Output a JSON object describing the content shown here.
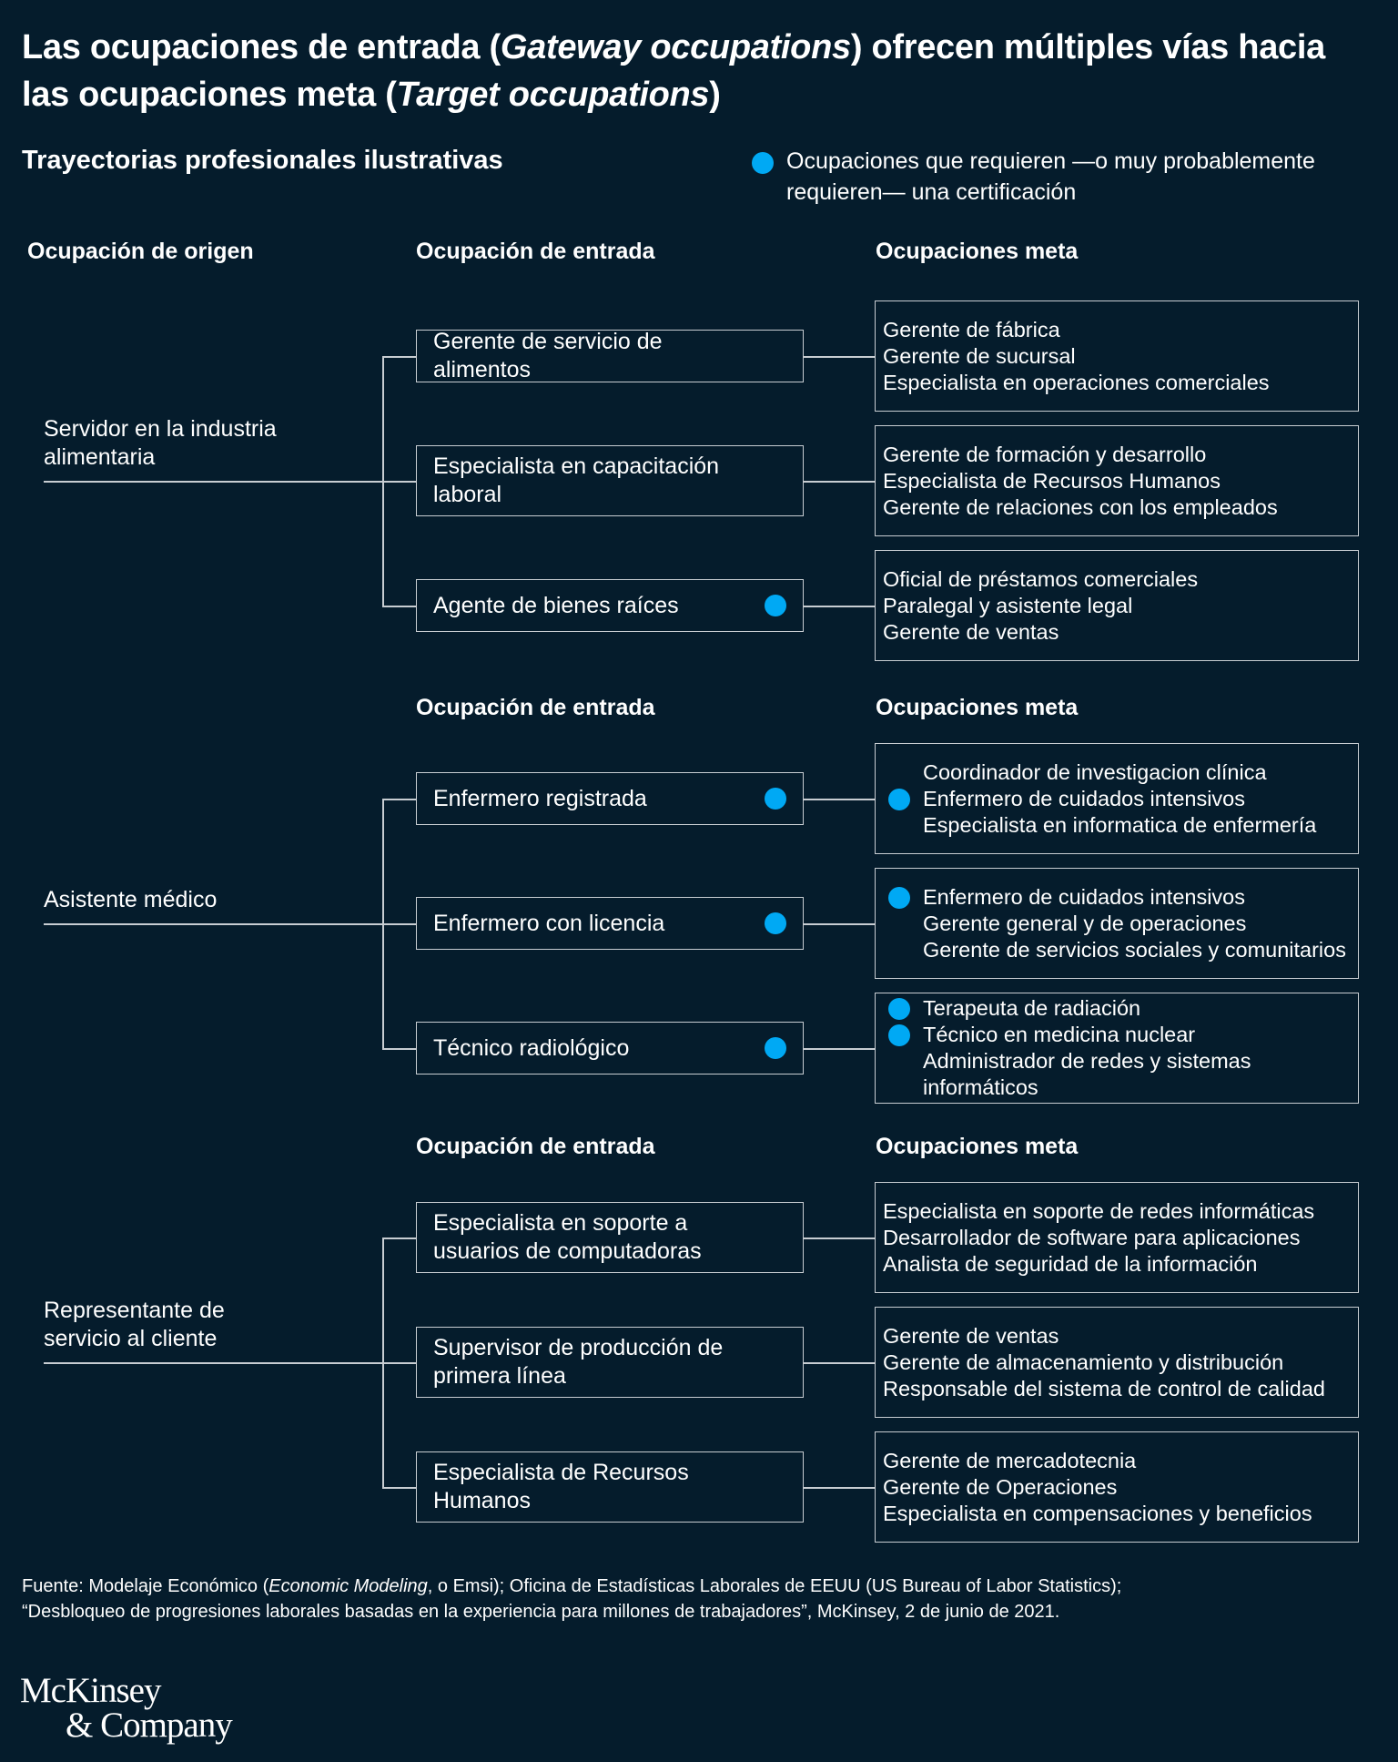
{
  "colors": {
    "background": "#051C2C",
    "text": "#FFFFFF",
    "accent_dot": "#00A9F4",
    "line": "#C8CDD2"
  },
  "title": {
    "part1": "Las ocupaciones de entrada (",
    "italic1": "Gateway occupations",
    "part2": ") ofrecen múltiples vías hacia las ocupaciones meta (",
    "italic2": "Target occupations",
    "part3": ")"
  },
  "subtitle": "Trayectorias profesionales ilustrativas",
  "legend": {
    "icon": "blue-dot-icon",
    "text": "Ocupaciones que requieren —o muy probablemente requieren— una certificación"
  },
  "column_headers": {
    "origin": "Ocupación de origen",
    "entry": "Ocupación de entrada",
    "target": "Ocupaciones meta"
  },
  "groups": [
    {
      "origin": "Servidor en la industria alimentaria",
      "entries": [
        {
          "label": "Gerente de servicio de alimentos",
          "certified": false,
          "targets": [
            {
              "label": "Gerente de fábrica",
              "certified": false
            },
            {
              "label": "Gerente de sucursal",
              "certified": false
            },
            {
              "label": "Especialista en operaciones comerciales",
              "certified": false
            }
          ]
        },
        {
          "label": "Especialista en capacitación laboral",
          "certified": false,
          "targets": [
            {
              "label": "Gerente de formación y desarrollo",
              "certified": false
            },
            {
              "label": "Especialista de Recursos Humanos",
              "certified": false
            },
            {
              "label": "Gerente de relaciones con los empleados",
              "certified": false
            }
          ]
        },
        {
          "label": "Agente de bienes raíces",
          "certified": true,
          "targets": [
            {
              "label": "Oficial de préstamos comerciales",
              "certified": false
            },
            {
              "label": "Paralegal y asistente legal",
              "certified": false
            },
            {
              "label": "Gerente de ventas",
              "certified": false
            }
          ]
        }
      ]
    },
    {
      "origin": "Asistente médico",
      "entries": [
        {
          "label": "Enfermero registrada",
          "certified": true,
          "targets": [
            {
              "label": "Coordinador de investigacion clínica",
              "certified": false
            },
            {
              "label": "Enfermero de cuidados intensivos",
              "certified": true
            },
            {
              "label": "Especialista en informatica de enfermería",
              "certified": false
            }
          ]
        },
        {
          "label": "Enfermero con licencia",
          "certified": true,
          "targets": [
            {
              "label": "Enfermero de cuidados intensivos",
              "certified": true
            },
            {
              "label": "Gerente general y de operaciones",
              "certified": false
            },
            {
              "label": "Gerente de servicios sociales y comunitarios",
              "certified": false
            }
          ]
        },
        {
          "label": "Técnico radiológico",
          "certified": true,
          "targets": [
            {
              "label": "Terapeuta de radiación",
              "certified": true
            },
            {
              "label": "Técnico en medicina nuclear",
              "certified": true
            },
            {
              "label": "Administrador de redes y sistemas informáticos",
              "certified": false
            }
          ]
        }
      ]
    },
    {
      "origin": "Representante de servicio al cliente",
      "entries": [
        {
          "label": "Especialista en soporte a usuarios de computadoras",
          "certified": false,
          "targets": [
            {
              "label": "Especialista en soporte de redes informáticas",
              "certified": false
            },
            {
              "label": "Desarrollador de software para aplicaciones",
              "certified": false
            },
            {
              "label": "Analista de seguridad de la información",
              "certified": false
            }
          ]
        },
        {
          "label": "Supervisor de producción de primera línea",
          "certified": false,
          "targets": [
            {
              "label": "Gerente de ventas",
              "certified": false
            },
            {
              "label": "Gerente de almacenamiento y distribución",
              "certified": false
            },
            {
              "label": "Responsable del sistema de control de calidad",
              "certified": false
            }
          ]
        },
        {
          "label": "Especialista de Recursos Humanos",
          "certified": false,
          "targets": [
            {
              "label": "Gerente de mercadotecnia",
              "certified": false
            },
            {
              "label": "Gerente de Operaciones",
              "certified": false
            },
            {
              "label": "Especialista en compensaciones y beneficios",
              "certified": false
            }
          ]
        }
      ]
    }
  ],
  "source": {
    "part1": "Fuente: Modelaje Económico (",
    "italic": "Economic Modeling",
    "part2": ", o Emsi); Oficina de Estadísticas Laborales de EEUU (US Bureau of Labor Statistics);",
    "line2": "“Desbloqueo de progresiones laborales basadas en la experiencia para millones de trabajadores”, McKinsey, 2 de junio de 2021."
  },
  "logo": {
    "line1": "McKinsey",
    "line2": "& Company"
  }
}
